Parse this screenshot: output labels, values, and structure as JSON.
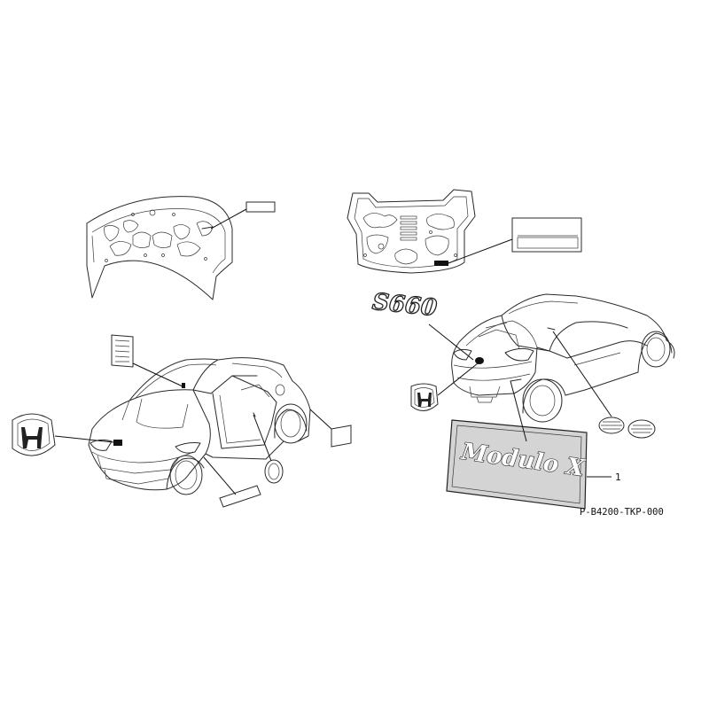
{
  "callouts": [
    {
      "number": "1"
    }
  ],
  "reference_code": "P-B4200-TKP-000",
  "emblem_texts": {
    "rear_model_badge": "S660",
    "decal_text": "Modulo X",
    "honda_logo_letter": "H"
  },
  "colors": {
    "line": "#2a2a2a",
    "background": "#ffffff",
    "decal_fill": "#d4d4d4",
    "label_dark": "#111111"
  }
}
